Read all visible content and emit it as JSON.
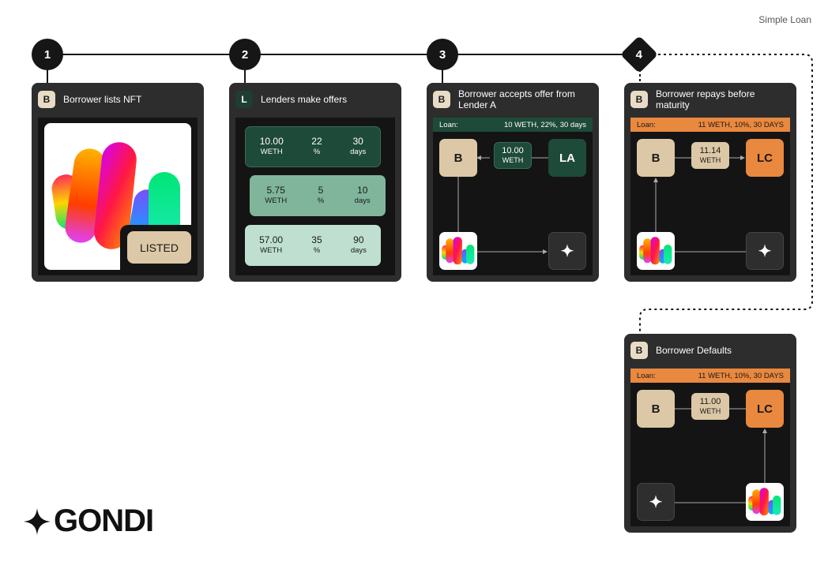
{
  "header": {
    "title": "Simple Loan"
  },
  "steps": [
    "1",
    "2",
    "3",
    "4"
  ],
  "cards": {
    "c1": {
      "role": "B",
      "title": "Borrower lists NFT",
      "badge": "LISTED"
    },
    "c2": {
      "role": "L",
      "title": "Lenders make offers",
      "offers": [
        {
          "amount": "10.00",
          "unit": "WETH",
          "rate": "22",
          "rate_unit": "%",
          "duration": "30",
          "duration_unit": "days"
        },
        {
          "amount": "5.75",
          "unit": "WETH",
          "rate": "5",
          "rate_unit": "%",
          "duration": "10",
          "duration_unit": "days"
        },
        {
          "amount": "57.00",
          "unit": "WETH",
          "rate": "35",
          "rate_unit": "%",
          "duration": "90",
          "duration_unit": "days"
        }
      ]
    },
    "c3": {
      "role": "B",
      "title_line1": "Borrower accepts offer from",
      "title_line2": "Lender A",
      "loan_label": "Loan:",
      "loan_terms": "10 WETH, 22%, 30 days",
      "borrower": "B",
      "lender": "LA",
      "amount": "10.00",
      "unit": "WETH"
    },
    "c4": {
      "role": "B",
      "title_line1": "Borrower repays before",
      "title_line2": "maturity",
      "loan_label": "Loan:",
      "loan_terms": "11 WETH, 10%, 30 DAYS",
      "borrower": "B",
      "lender": "LC",
      "amount": "11.14",
      "unit": "WETH"
    },
    "c5": {
      "role": "B",
      "title": "Borrower Defaults",
      "loan_label": "Loan:",
      "loan_terms": "11 WETH, 10%, 30 DAYS",
      "borrower": "B",
      "lender": "LC",
      "amount": "11.00",
      "unit": "WETH"
    }
  },
  "icons": {
    "star": "four-point-star-icon",
    "nft": "nft-artwork-icon"
  },
  "brand": {
    "logo_text": "GONDI"
  },
  "colors": {
    "dark_green": "#1e4a39",
    "orange": "#e9883f",
    "beige": "#dcc8a6"
  }
}
